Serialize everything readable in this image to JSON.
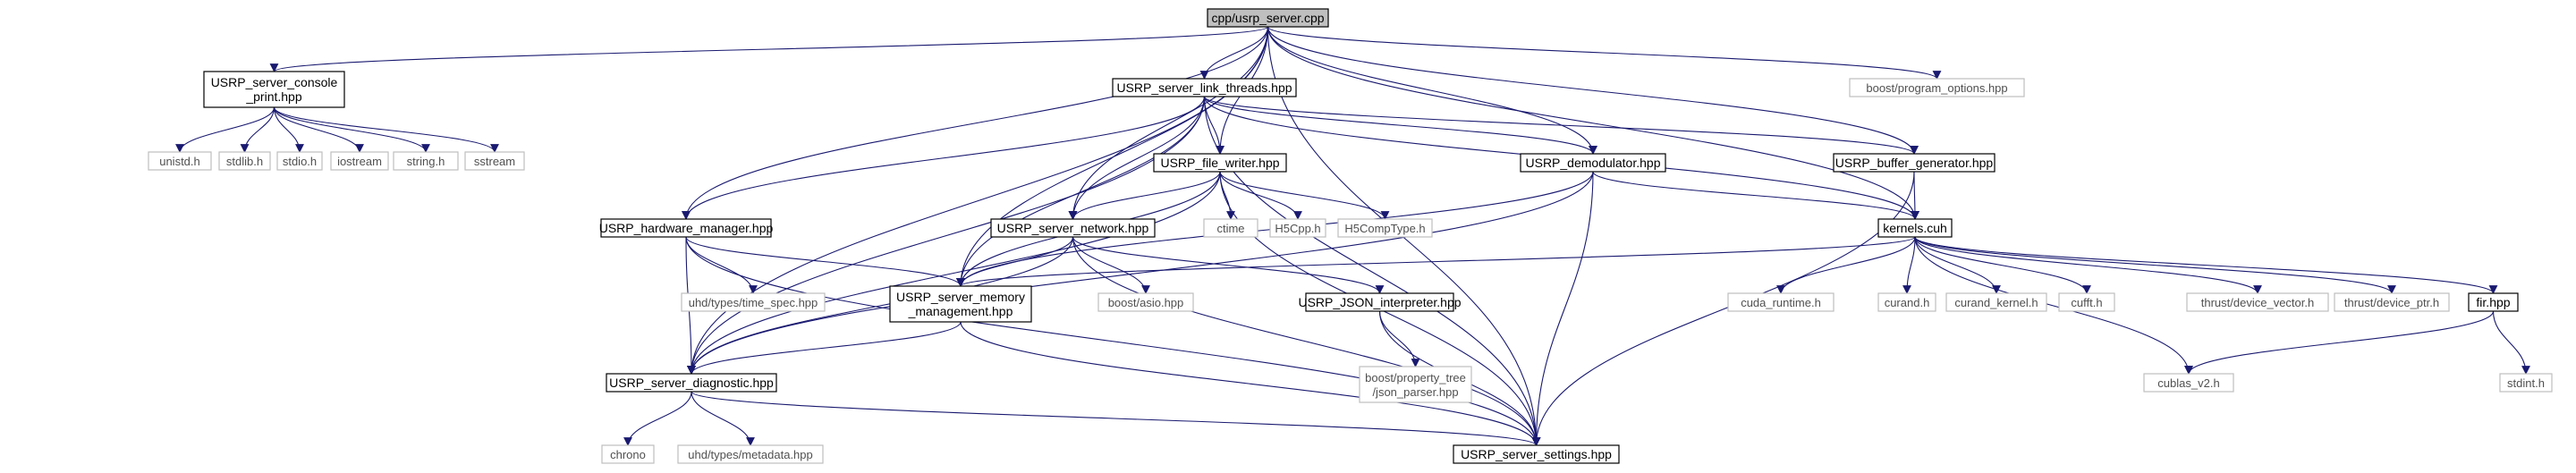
{
  "graph": {
    "nodes": [
      {
        "id": "main",
        "kind": "main",
        "lines": [
          "cpp/usrp_server.cpp"
        ]
      },
      {
        "id": "console",
        "kind": "local",
        "lines": [
          "USRP_server_console",
          "_print.hpp"
        ]
      },
      {
        "id": "link",
        "kind": "local",
        "lines": [
          "USRP_server_link_threads.hpp"
        ]
      },
      {
        "id": "boostpo",
        "kind": "ext",
        "lines": [
          "boost/program_options.hpp"
        ]
      },
      {
        "id": "unistd",
        "kind": "ext",
        "lines": [
          "unistd.h"
        ]
      },
      {
        "id": "stdlib",
        "kind": "ext",
        "lines": [
          "stdlib.h"
        ]
      },
      {
        "id": "stdio",
        "kind": "ext",
        "lines": [
          "stdio.h"
        ]
      },
      {
        "id": "iostream",
        "kind": "ext",
        "lines": [
          "iostream"
        ]
      },
      {
        "id": "string",
        "kind": "ext",
        "lines": [
          "string.h"
        ]
      },
      {
        "id": "sstream",
        "kind": "ext",
        "lines": [
          "sstream"
        ]
      },
      {
        "id": "filewriter",
        "kind": "local",
        "lines": [
          "USRP_file_writer.hpp"
        ]
      },
      {
        "id": "demod",
        "kind": "local",
        "lines": [
          "USRP_demodulator.hpp"
        ]
      },
      {
        "id": "bufgen",
        "kind": "local",
        "lines": [
          "USRP_buffer_generator.hpp"
        ]
      },
      {
        "id": "hwmgr",
        "kind": "local",
        "lines": [
          "USRP_hardware_manager.hpp"
        ]
      },
      {
        "id": "network",
        "kind": "local",
        "lines": [
          "USRP_server_network.hpp"
        ]
      },
      {
        "id": "ctime",
        "kind": "ext",
        "lines": [
          "ctime"
        ]
      },
      {
        "id": "h5cpp",
        "kind": "ext",
        "lines": [
          "H5Cpp.h"
        ]
      },
      {
        "id": "h5comp",
        "kind": "ext",
        "lines": [
          "H5CompType.h"
        ]
      },
      {
        "id": "kernels",
        "kind": "local",
        "lines": [
          "kernels.cuh"
        ]
      },
      {
        "id": "timespec",
        "kind": "ext",
        "lines": [
          "uhd/types/time_spec.hpp"
        ]
      },
      {
        "id": "memmgmt",
        "kind": "local",
        "lines": [
          "USRP_server_memory",
          "_management.hpp"
        ]
      },
      {
        "id": "boostasio",
        "kind": "ext",
        "lines": [
          "boost/asio.hpp"
        ]
      },
      {
        "id": "json",
        "kind": "local",
        "lines": [
          "USRP_JSON_interpreter.hpp"
        ]
      },
      {
        "id": "cudart",
        "kind": "ext",
        "lines": [
          "cuda_runtime.h"
        ]
      },
      {
        "id": "curand",
        "kind": "ext",
        "lines": [
          "curand.h"
        ]
      },
      {
        "id": "curandk",
        "kind": "ext",
        "lines": [
          "curand_kernel.h"
        ]
      },
      {
        "id": "cufft",
        "kind": "ext",
        "lines": [
          "cufft.h"
        ]
      },
      {
        "id": "thrustdv",
        "kind": "ext",
        "lines": [
          "thrust/device_vector.h"
        ]
      },
      {
        "id": "thrustdp",
        "kind": "ext",
        "lines": [
          "thrust/device_ptr.h"
        ]
      },
      {
        "id": "fir",
        "kind": "local",
        "lines": [
          "fir.hpp"
        ]
      },
      {
        "id": "ptree",
        "kind": "ext",
        "lines": [
          "boost/property_tree",
          "/json_parser.hpp"
        ]
      },
      {
        "id": "diag",
        "kind": "local",
        "lines": [
          "USRP_server_diagnostic.hpp"
        ]
      },
      {
        "id": "cublas",
        "kind": "ext",
        "lines": [
          "cublas_v2.h"
        ]
      },
      {
        "id": "stdint",
        "kind": "ext",
        "lines": [
          "stdint.h"
        ]
      },
      {
        "id": "chrono",
        "kind": "ext",
        "lines": [
          "chrono"
        ]
      },
      {
        "id": "metadata",
        "kind": "ext",
        "lines": [
          "uhd/types/metadata.hpp"
        ]
      },
      {
        "id": "settings",
        "kind": "local",
        "lines": [
          "USRP_server_settings.hpp"
        ]
      }
    ],
    "edges": [
      [
        "main",
        "console"
      ],
      [
        "main",
        "link"
      ],
      [
        "main",
        "boostpo"
      ],
      [
        "main",
        "filewriter"
      ],
      [
        "main",
        "demod"
      ],
      [
        "main",
        "bufgen"
      ],
      [
        "main",
        "hwmgr"
      ],
      [
        "main",
        "network"
      ],
      [
        "main",
        "kernels"
      ],
      [
        "main",
        "memmgmt"
      ],
      [
        "main",
        "diag"
      ],
      [
        "main",
        "settings"
      ],
      [
        "console",
        "unistd"
      ],
      [
        "console",
        "stdlib"
      ],
      [
        "console",
        "stdio"
      ],
      [
        "console",
        "iostream"
      ],
      [
        "console",
        "string"
      ],
      [
        "console",
        "sstream"
      ],
      [
        "link",
        "filewriter"
      ],
      [
        "link",
        "demod"
      ],
      [
        "link",
        "bufgen"
      ],
      [
        "link",
        "hwmgr"
      ],
      [
        "link",
        "network"
      ],
      [
        "link",
        "kernels"
      ],
      [
        "link",
        "memmgmt"
      ],
      [
        "link",
        "diag"
      ],
      [
        "link",
        "settings"
      ],
      [
        "filewriter",
        "network"
      ],
      [
        "filewriter",
        "ctime"
      ],
      [
        "filewriter",
        "h5cpp"
      ],
      [
        "filewriter",
        "h5comp"
      ],
      [
        "filewriter",
        "memmgmt"
      ],
      [
        "filewriter",
        "diag"
      ],
      [
        "filewriter",
        "settings"
      ],
      [
        "demod",
        "kernels"
      ],
      [
        "demod",
        "memmgmt"
      ],
      [
        "demod",
        "diag"
      ],
      [
        "demod",
        "settings"
      ],
      [
        "bufgen",
        "kernels"
      ],
      [
        "bufgen",
        "settings"
      ],
      [
        "hwmgr",
        "timespec"
      ],
      [
        "hwmgr",
        "memmgmt"
      ],
      [
        "hwmgr",
        "diag"
      ],
      [
        "hwmgr",
        "settings"
      ],
      [
        "network",
        "memmgmt"
      ],
      [
        "network",
        "boostasio"
      ],
      [
        "network",
        "json"
      ],
      [
        "network",
        "diag"
      ],
      [
        "network",
        "settings"
      ],
      [
        "kernels",
        "memmgmt"
      ],
      [
        "kernels",
        "cudart"
      ],
      [
        "kernels",
        "curand"
      ],
      [
        "kernels",
        "curandk"
      ],
      [
        "kernels",
        "cufft"
      ],
      [
        "kernels",
        "thrustdv"
      ],
      [
        "kernels",
        "thrustdp"
      ],
      [
        "kernels",
        "fir"
      ],
      [
        "kernels",
        "cublas"
      ],
      [
        "memmgmt",
        "diag"
      ],
      [
        "memmgmt",
        "settings"
      ],
      [
        "json",
        "ptree"
      ],
      [
        "json",
        "settings"
      ],
      [
        "fir",
        "cublas"
      ],
      [
        "fir",
        "stdint"
      ],
      [
        "diag",
        "chrono"
      ],
      [
        "diag",
        "metadata"
      ],
      [
        "diag",
        "settings"
      ]
    ],
    "colors": {
      "edge": "#191970",
      "main_fill": "#bfbfbf",
      "ext_border": "#bfbfbf"
    }
  }
}
